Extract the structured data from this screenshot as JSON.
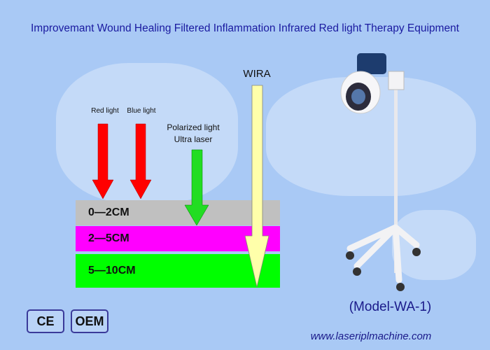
{
  "title": "Improvemant Wound Healing Filtered Inflammation Infrared Red light Therapy Equipment",
  "labels": {
    "red": "Red light",
    "blue": "Blue light",
    "polarized": "Polarized light",
    "ultra": "Ultra laser",
    "wira": "WIRA"
  },
  "bands": [
    {
      "label": "0—2CM",
      "color": "#c0c0c0"
    },
    {
      "label": "2—5CM",
      "color": "#ff00ff"
    },
    {
      "label": "5—10CM",
      "color": "#00ff00"
    }
  ],
  "badges": {
    "ce": "CE",
    "oem": "OEM"
  },
  "model": "(Model-WA-1)",
  "website": "www.laseriplmachine.com"
}
